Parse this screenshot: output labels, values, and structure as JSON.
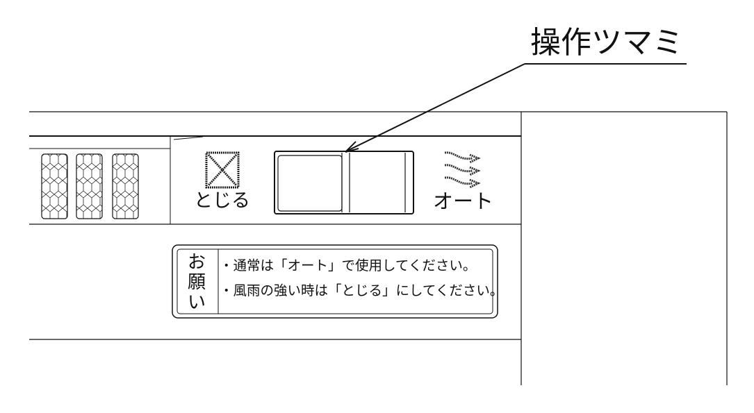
{
  "callout": {
    "label": "操作ツマミ"
  },
  "switch": {
    "close_label": "とじる",
    "auto_label": "オート",
    "close_icon": "x-box-icon",
    "auto_icon": "airflow-arrows-icon"
  },
  "notice": {
    "title_lines": [
      "お",
      "願",
      "い"
    ],
    "lines": [
      "・通常は「オート」で使用してください。",
      "・風雨の強い時は「とじる」にしてください。"
    ]
  }
}
